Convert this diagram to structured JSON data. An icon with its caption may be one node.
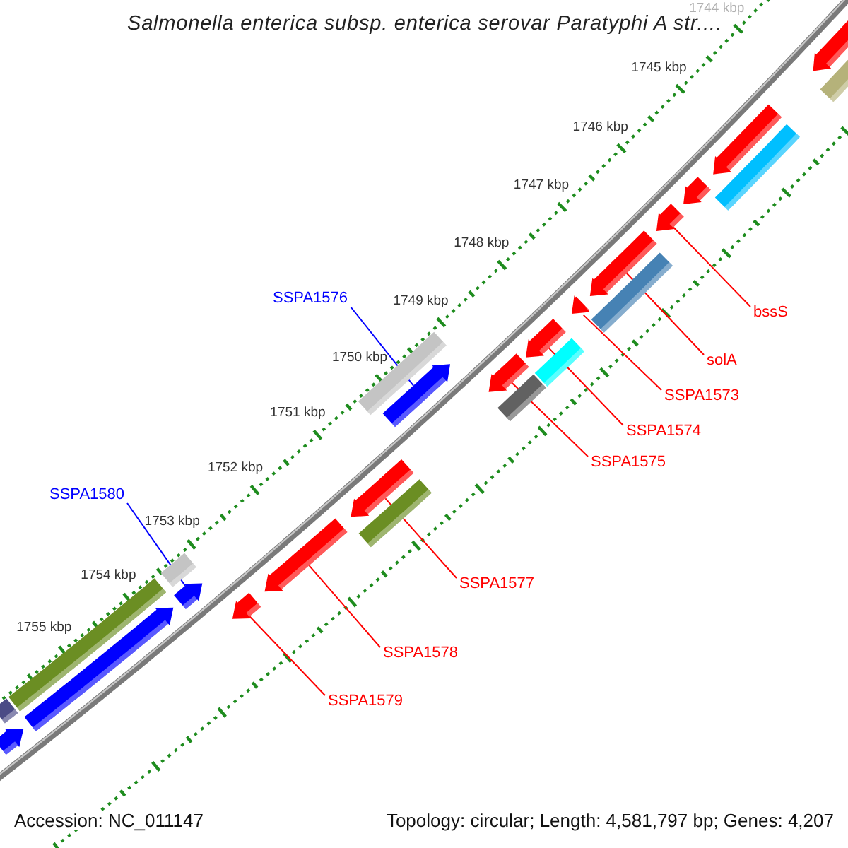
{
  "diagram": {
    "title": "Salmonella enterica subsp. enterica serovar Paratyphi A str....",
    "nodes": [
      {
        "text": [
          "SSPA1576"
        ]
      },
      {
        "text": [
          "SSPA1580"
        ]
      },
      {
        "text": [
          "bssS"
        ]
      },
      {
        "text": [
          "solA"
        ]
      },
      {
        "text": [
          "SSPA1573"
        ]
      },
      {
        "text": [
          "SSPA1574"
        ]
      },
      {
        "text": [
          "SSPA1575"
        ]
      },
      {
        "text": [
          "SSPA1577"
        ]
      },
      {
        "text": [
          "SSPA1578"
        ]
      },
      {
        "text": [
          "SSPA1579"
        ]
      },
      {
        "text": [],
        "shape": "pentagon"
      },
      {
        "text": [],
        "shape": "bar"
      },
      {
        "text": [],
        "shape": "pentagon"
      },
      {
        "text": [],
        "shape": "bar"
      },
      {
        "text": [],
        "shape": "pentagon"
      },
      {
        "text": [],
        "shape": "pentagon"
      },
      {
        "text": [],
        "shape": "pentagon"
      },
      {
        "text": [],
        "shape": "bar"
      },
      {
        "text": [],
        "shape": "pentagon"
      },
      {
        "text": [],
        "shape": "pentagon"
      },
      {
        "text": [],
        "shape": "bar"
      },
      {
        "text": [],
        "shape": "pentagon"
      },
      {
        "text": [],
        "shape": "bar"
      },
      {
        "text": [],
        "shape": "bar"
      },
      {
        "text": [],
        "shape": "pentagon"
      },
      {
        "text": [],
        "shape": "pentagon"
      },
      {
        "text": [],
        "shape": "bar"
      },
      {
        "text": [],
        "shape": "pentagon"
      },
      {
        "text": [],
        "shape": "pentagon"
      },
      {
        "text": [],
        "shape": "bar"
      },
      {
        "text": [],
        "shape": "pentagon"
      },
      {
        "text": [],
        "shape": "bar"
      },
      {
        "text": [],
        "shape": "pentagon"
      },
      {
        "text": [],
        "shape": "bar"
      },
      {
        "text": [],
        "shape": "pentagon"
      }
    ],
    "edges": [
      {
        "from": 0,
        "to": 24,
        "arrow": "none",
        "color": "#0000ff"
      },
      {
        "from": 1,
        "to": 30,
        "arrow": "none",
        "color": "#0000ff"
      },
      {
        "from": 2,
        "to": 15,
        "arrow": "none"
      },
      {
        "from": 3,
        "to": 16,
        "arrow": "none"
      },
      {
        "from": 4,
        "to": 18,
        "arrow": "none"
      },
      {
        "from": 5,
        "to": 19,
        "arrow": "none"
      },
      {
        "from": 6,
        "to": 21,
        "arrow": "none"
      },
      {
        "from": 7,
        "to": 25,
        "arrow": "none"
      },
      {
        "from": 8,
        "to": 27,
        "arrow": "none"
      },
      {
        "from": 9,
        "to": 28,
        "arrow": "none"
      }
    ],
    "labels": [
      "1744 kbp",
      "1745 kbp",
      "1746 kbp",
      "1747 kbp",
      "1748 kbp",
      "1749 kbp",
      "1750 kbp",
      "1751 kbp",
      "1752 kbp",
      "1753 kbp",
      "1754 kbp",
      "1755 kbp",
      "Accession: NC_011147",
      "Topology: circular; Length: 4,581,797 bp; Genes: 4,207"
    ]
  }
}
